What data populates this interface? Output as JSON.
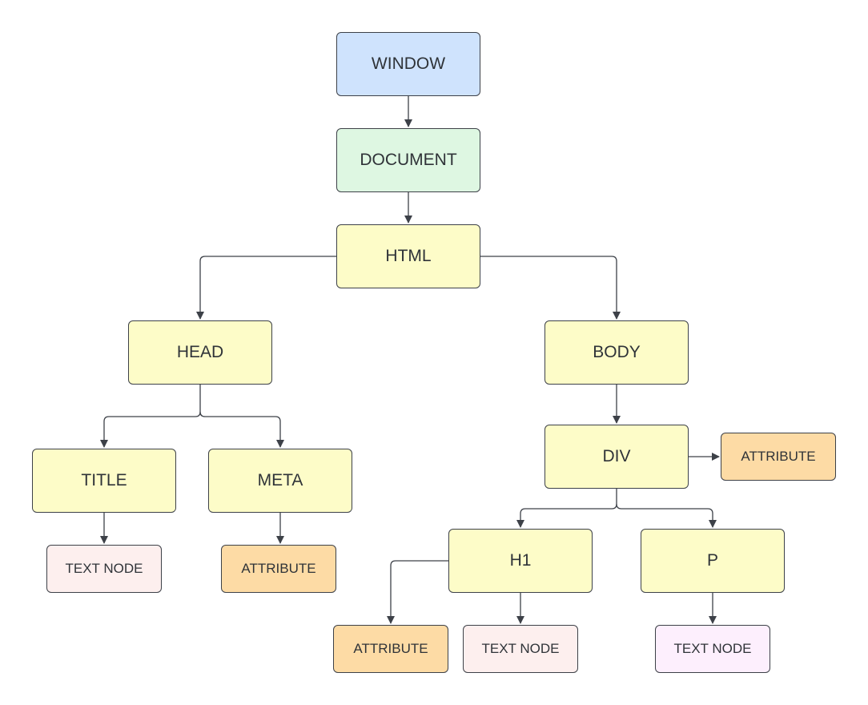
{
  "colors": {
    "window": "#cfe3fd",
    "document": "#def7e2",
    "element": "#fdfcc8",
    "attribute": "#fddba5",
    "text_node": "#fdefee",
    "text_node_p": "#fdeffd",
    "stroke": "#3d4148"
  },
  "nodes": {
    "window": "WINDOW",
    "document": "DOCUMENT",
    "html": "HTML",
    "head": "HEAD",
    "body": "BODY",
    "title": "TITLE",
    "meta": "META",
    "div": "DIV",
    "div_attribute": "ATTRIBUTE",
    "title_text": "TEXT NODE",
    "meta_attribute": "ATTRIBUTE",
    "h1": "H1",
    "p": "P",
    "h1_attribute": "ATTRIBUTE",
    "h1_text": "TEXT NODE",
    "p_text": "TEXT NODE"
  }
}
